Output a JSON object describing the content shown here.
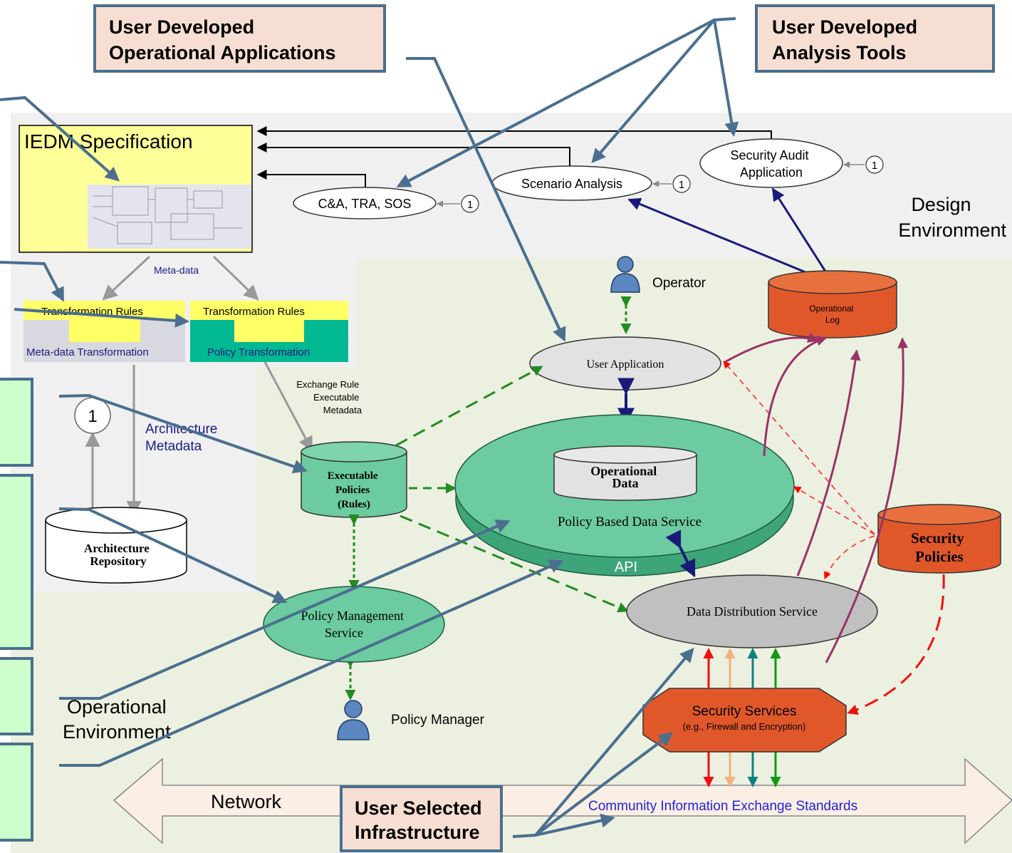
{
  "callouts": {
    "operational_apps": [
      "User Developed",
      "Operational Applications"
    ],
    "analysis_tools": [
      "User Developed",
      "Analysis Tools"
    ],
    "infrastructure": [
      "User Selected",
      "Infrastructure"
    ]
  },
  "design": {
    "iedm_title": "IEDM Specification",
    "meta_data": "Meta-data",
    "transformation_rules_1": "Transformation Rules",
    "transformation_rules_2": "Transformation Rules",
    "metadata_transformation": "Meta-data Transformation",
    "policy_transformation": "Policy Transformation",
    "exchange_rule": [
      "Exchange Rule",
      "Executable",
      "Metadata"
    ],
    "architecture_metadata": [
      "Architecture",
      "Metadata"
    ],
    "circle_1": "1",
    "architecture_repository": [
      "Architecture",
      "Repository"
    ],
    "caa": "C&A, TRA, SOS",
    "scenario": "Scenario Analysis",
    "security_audit": [
      "Security Audit",
      "Application"
    ],
    "small_1": "1",
    "design_env": [
      "Design",
      "Environment"
    ]
  },
  "operational": {
    "operator": "Operator",
    "operational_log": [
      "Operational",
      "Log"
    ],
    "user_application": "User Application",
    "executable_policies": [
      "Executable",
      "Policies",
      "(Rules)"
    ],
    "operational_data": [
      "Operational",
      "Data"
    ],
    "pbds": "Policy Based Data Service",
    "api": "API",
    "security_policies": [
      "Security",
      "Policies"
    ],
    "policy_mgmt": [
      "Policy Management",
      "Service"
    ],
    "data_distribution": "Data Distribution Service",
    "policy_manager": "Policy Manager",
    "security_services": "Security Services",
    "security_services_sub": "(e.g., Firewall and Encryption)",
    "operational_env": [
      "Operational",
      "Environment"
    ],
    "network": "Network",
    "community": "Community Information Exchange Standards"
  },
  "colors": {
    "callout_fill": "#f6dfd2",
    "callout_border": "#4a6f8f",
    "side_box_fill": "#ccffcc",
    "pointer_arrow": "#4a6f8f",
    "iedm_fill": "#ffff99",
    "green_fill": "#66c29a",
    "orange_fill": "#e0582a",
    "purple_arrow": "#993366",
    "green_dash": "#228b22"
  }
}
